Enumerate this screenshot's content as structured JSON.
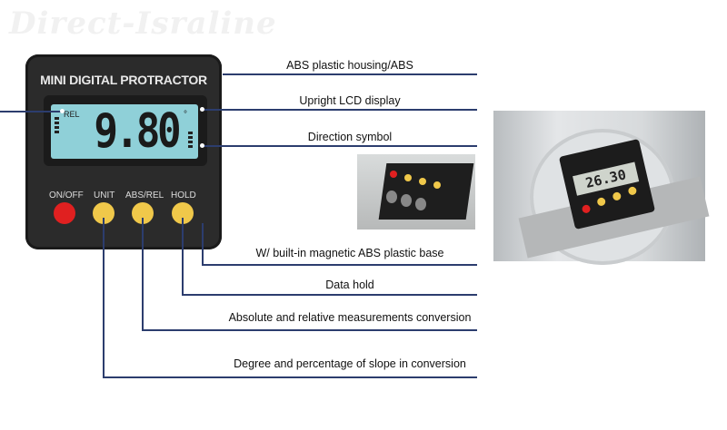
{
  "watermark": "Direct-Israline",
  "device": {
    "title": "MINI DIGITAL PROTRACTOR",
    "lcd_mode": "REL",
    "lcd_value": "9.80",
    "lcd_unit": "°",
    "buttons": [
      {
        "label": "ON/OFF",
        "color": "#e02020"
      },
      {
        "label": "UNIT",
        "color": "#f0c84a"
      },
      {
        "label": "ABS/REL",
        "color": "#f0c84a"
      },
      {
        "label": "HOLD",
        "color": "#f0c84a"
      }
    ]
  },
  "callouts": [
    "ABS plastic housing/ABS",
    "Upright LCD display",
    "Direction symbol",
    "W/ built-in magnetic ABS plastic base",
    "Data hold",
    "Absolute and relative measurements conversion",
    "Degree and percentage of slope in conversion"
  ],
  "photo_reading": "26.30",
  "line_color": "#2c3d6e"
}
